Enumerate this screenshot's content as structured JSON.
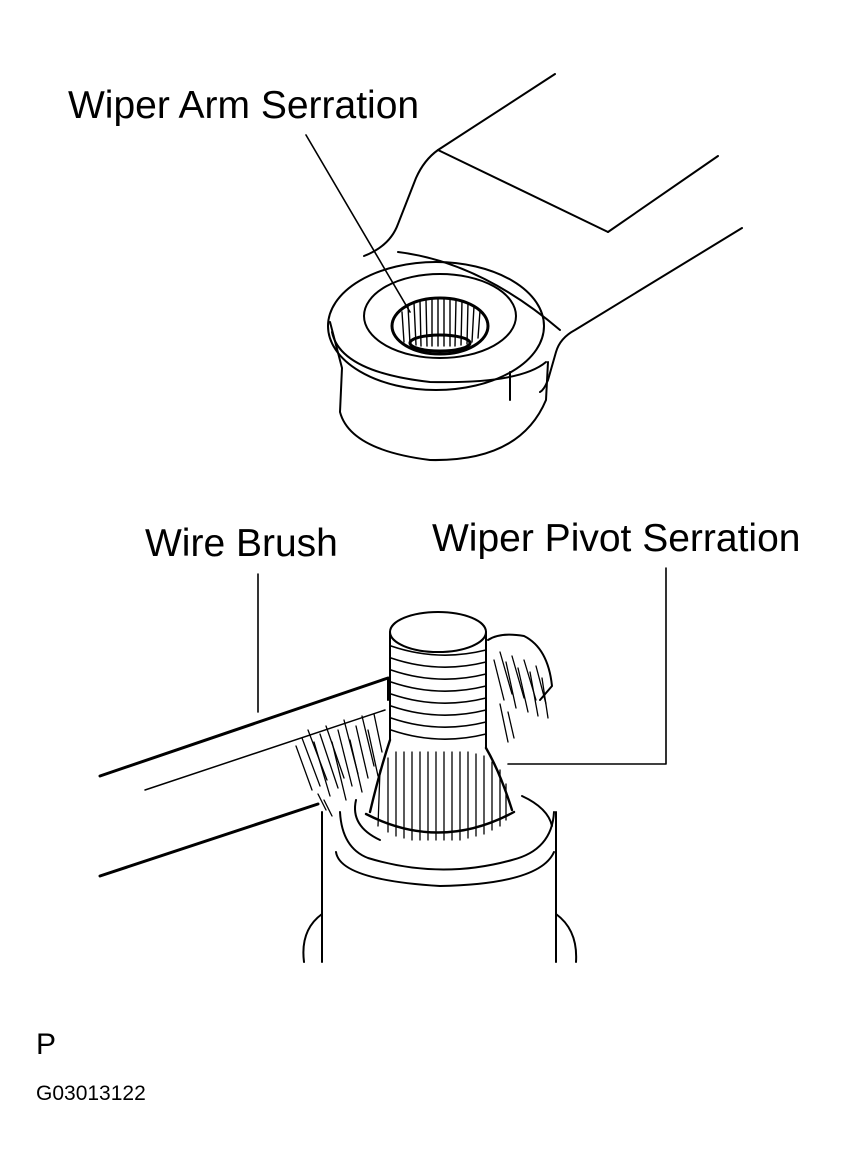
{
  "labels": {
    "wiper_arm_serration": "Wiper Arm Serration",
    "wire_brush": "Wire Brush",
    "wiper_pivot_serration": "Wiper Pivot Serration"
  },
  "footer": {
    "view_letter": "P",
    "figure_code": "G03013122"
  },
  "colors": {
    "line": "#000000",
    "background": "#ffffff"
  }
}
